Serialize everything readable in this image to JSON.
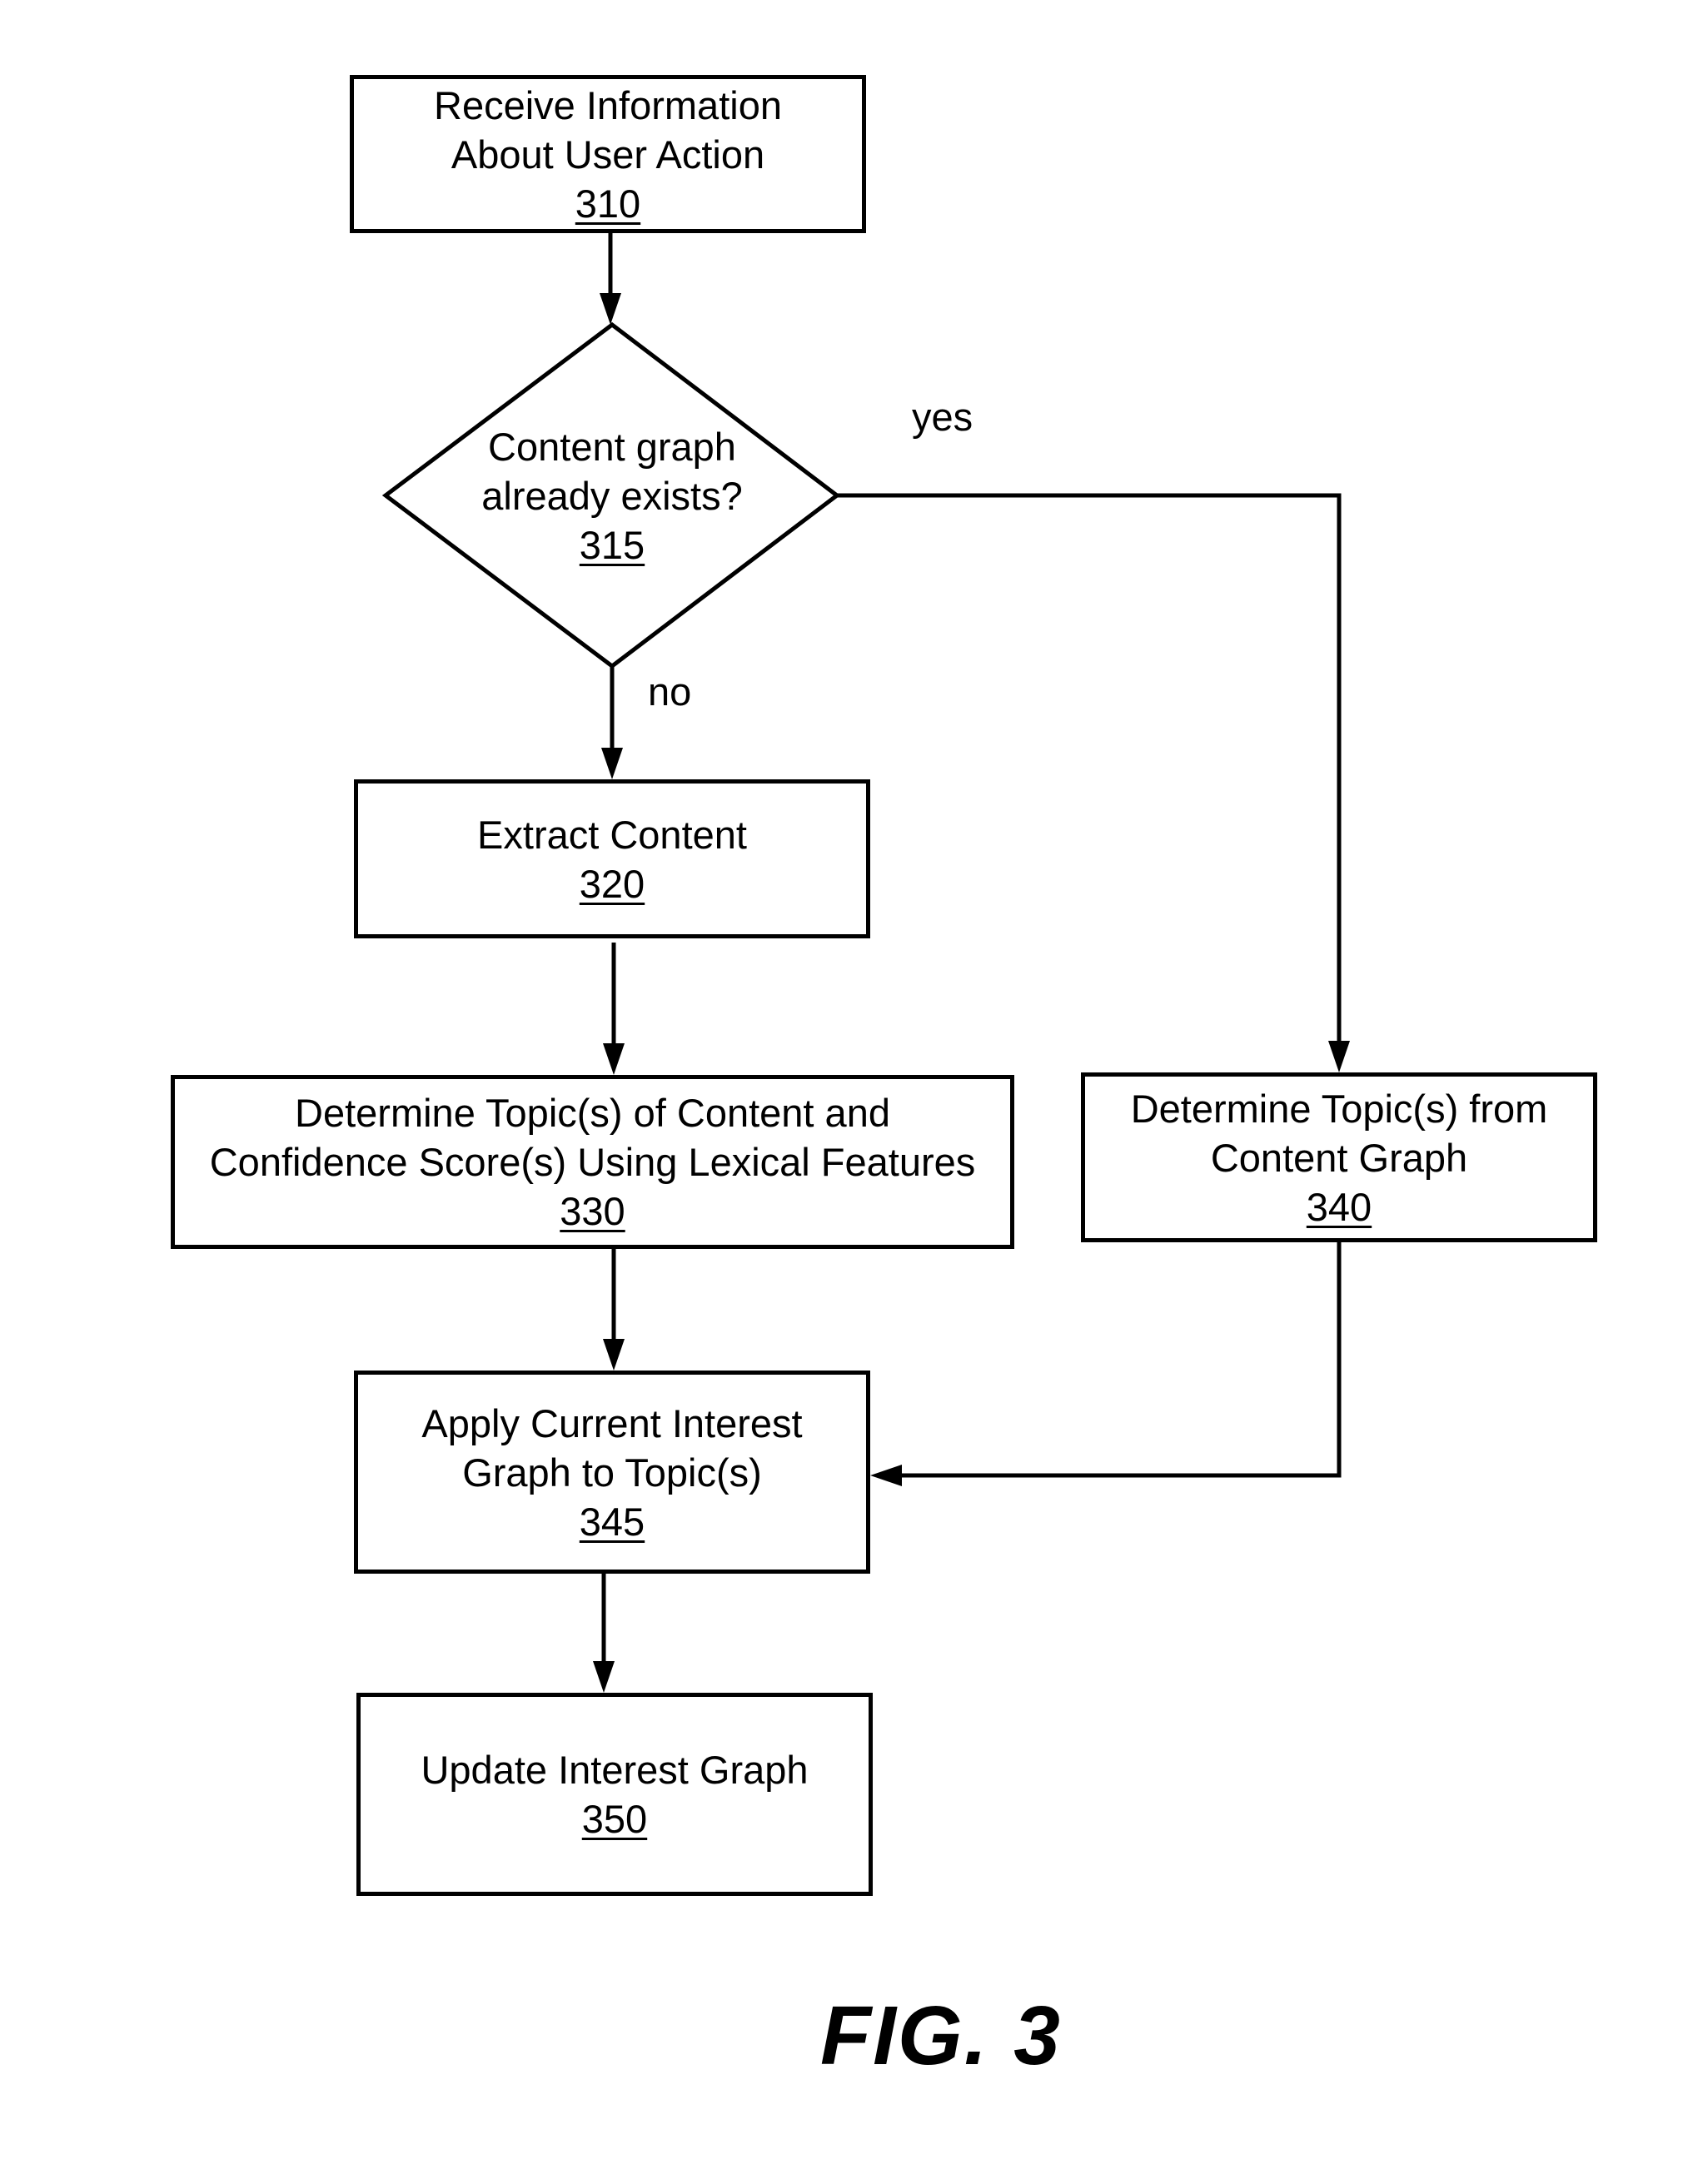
{
  "nodes": {
    "n310": {
      "lines": [
        "Receive Information",
        "About User Action"
      ],
      "ref": "310"
    },
    "n315": {
      "lines": [
        "Content graph",
        "already exists?"
      ],
      "ref": "315"
    },
    "n320": {
      "lines": [
        "Extract Content"
      ],
      "ref": "320"
    },
    "n330": {
      "lines": [
        "Determine Topic(s) of Content and",
        "Confidence Score(s) Using Lexical Features"
      ],
      "ref": "330"
    },
    "n340": {
      "lines": [
        "Determine Topic(s) from",
        "Content Graph"
      ],
      "ref": "340"
    },
    "n345": {
      "lines": [
        "Apply Current Interest",
        "Graph to Topic(s)"
      ],
      "ref": "345"
    },
    "n350": {
      "lines": [
        "Update Interest Graph"
      ],
      "ref": "350"
    }
  },
  "edge_labels": {
    "yes": "yes",
    "no": "no"
  },
  "caption": "FIG. 3"
}
